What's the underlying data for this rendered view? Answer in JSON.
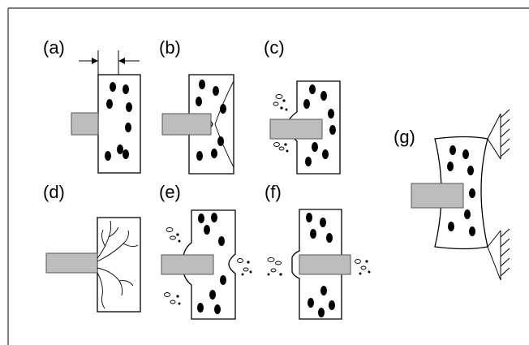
{
  "figure": {
    "panels": [
      {
        "id": "a",
        "label": "(a)",
        "description": "rod approaching composite plate; plate thickness marked by dimension arrows"
      },
      {
        "id": "b",
        "label": "(b)",
        "description": "plate deformed by rod into concave bulge"
      },
      {
        "id": "c",
        "label": "(c)",
        "description": "rod penetrating front face, ejecting debris"
      },
      {
        "id": "d",
        "label": "(d)",
        "description": "cracks spreading through plate from rod"
      },
      {
        "id": "e",
        "label": "(e)",
        "description": "debris ejected from both faces"
      },
      {
        "id": "f",
        "label": "(f)",
        "description": "rod perforating plate completely"
      },
      {
        "id": "g",
        "label": "(g)",
        "description": "clamped plate bending under rod load"
      }
    ],
    "colors": {
      "rod": "#bdbdbd",
      "particle": "#000000",
      "plate": "#ffffff",
      "outline": "#000000"
    }
  }
}
